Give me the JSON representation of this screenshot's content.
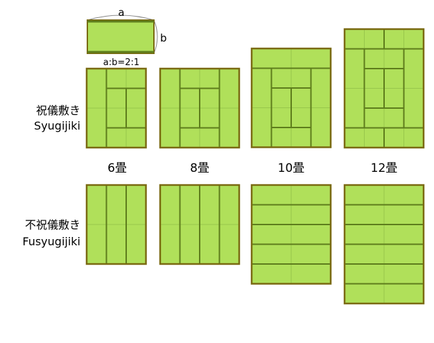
{
  "legend": {
    "a_label": "a",
    "b_label": "b",
    "ratio_label": "a:b=2:1"
  },
  "rows": {
    "shugi": {
      "label_jp": "祝儀敷き",
      "label_romaji": "Syugijiki"
    },
    "fushugi": {
      "label_jp": "不祝儀敷き",
      "label_romaji": "Fusyugijiki"
    }
  },
  "columns": [
    {
      "label": "6畳"
    },
    {
      "label": "8畳"
    },
    {
      "label": "10畳"
    },
    {
      "label": "12畳"
    }
  ],
  "colors": {
    "mat_fill": "#b0e05a",
    "mat_border": "#7a6a12",
    "mat_edge": "#5e7d1c",
    "seam": "#98c64c",
    "text": "#000000"
  }
}
